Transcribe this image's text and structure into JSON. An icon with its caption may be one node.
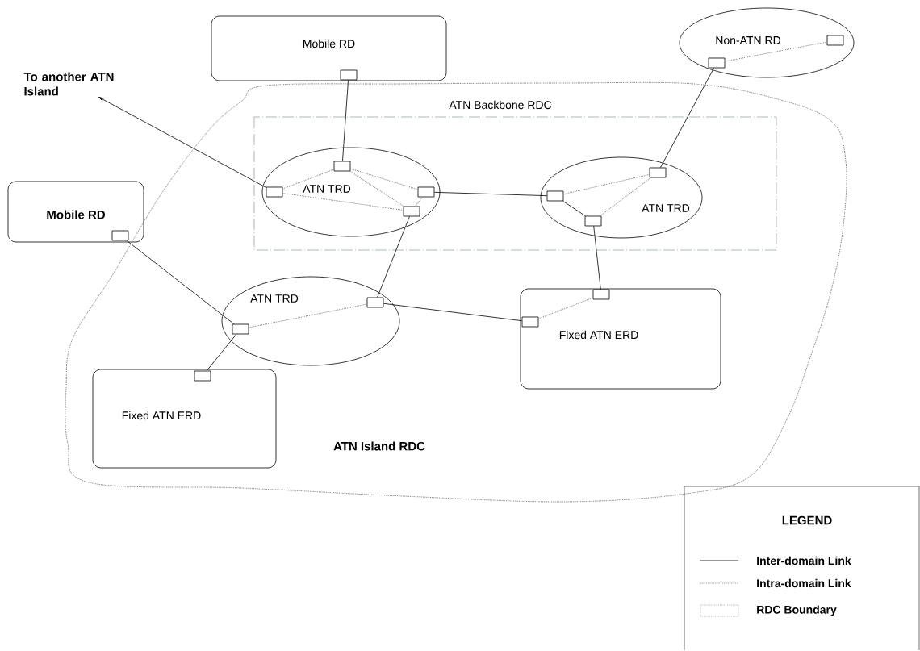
{
  "diagram": {
    "nodes": [
      {
        "text": [
          "ATN Island RDC"
        ]
      },
      {
        "text": [
          "ATN Backbone RDC"
        ],
        "in": 0
      },
      {
        "text": [
          "ATN TRD"
        ],
        "in": 1
      },
      {
        "text": [
          "ATN TRD"
        ],
        "in": 1
      },
      {
        "text": [
          "ATN TRD"
        ],
        "in": 0
      },
      {
        "text": [
          "Fixed ATN ERD"
        ],
        "in": 0
      },
      {
        "text": [
          "Fixed ATN ERD"
        ],
        "in": 0
      },
      {
        "text": [
          "Mobile RD"
        ]
      },
      {
        "text": [
          "Mobile RD"
        ]
      },
      {
        "text": [
          "Non-ATN RD"
        ]
      },
      {
        "text": [
          "To another ATN Island"
        ]
      },
      {
        "text": [],
        "shape": "box",
        "in": 8
      },
      {
        "text": [],
        "shape": "box",
        "in": 6
      },
      {
        "text": [],
        "shape": "box",
        "in": 4
      },
      {
        "text": [],
        "shape": "box",
        "in": 2
      },
      {
        "text": [],
        "shape": "box",
        "in": 2
      },
      {
        "text": [],
        "shape": "box",
        "in": 7
      },
      {
        "text": [],
        "shape": "box",
        "in": 4
      },
      {
        "text": [],
        "shape": "box",
        "in": 2
      },
      {
        "text": [],
        "shape": "box",
        "in": 2
      },
      {
        "text": [],
        "shape": "box",
        "in": 5
      },
      {
        "text": [],
        "shape": "box",
        "in": 3
      },
      {
        "text": [],
        "shape": "box",
        "in": 3
      },
      {
        "text": [],
        "shape": "box",
        "in": 5
      },
      {
        "text": [],
        "shape": "box",
        "in": 3
      },
      {
        "text": [],
        "shape": "box",
        "in": 9
      },
      {
        "text": [],
        "shape": "box",
        "in": 9
      }
    ],
    "edges": [
      {
        "from": 14,
        "to": 10,
        "arrow": "to"
      },
      {
        "from": 16,
        "to": 15,
        "arrow": "none"
      },
      {
        "from": 19,
        "to": 21,
        "arrow": "none"
      },
      {
        "from": 24,
        "to": 25,
        "arrow": "none"
      },
      {
        "from": 22,
        "to": 23,
        "arrow": "none"
      },
      {
        "from": 18,
        "to": 17,
        "arrow": "none"
      },
      {
        "from": 17,
        "to": 20,
        "arrow": "none"
      },
      {
        "from": 11,
        "to": 13,
        "arrow": "none"
      },
      {
        "from": 13,
        "to": 12,
        "arrow": "none"
      },
      {
        "from": 21,
        "to": 22,
        "arrow": "none"
      },
      {
        "from": 14,
        "to": 15,
        "arrow": "none",
        "style": "dashed",
        "color": "#808080"
      },
      {
        "from": 14,
        "to": 18,
        "arrow": "none",
        "style": "dashed",
        "color": "#808080"
      },
      {
        "from": 15,
        "to": 19,
        "arrow": "none",
        "style": "dashed",
        "color": "#808080"
      },
      {
        "from": 15,
        "to": 18,
        "arrow": "none",
        "style": "dashed",
        "color": "#808080"
      },
      {
        "from": 19,
        "to": 18,
        "arrow": "none",
        "style": "dashed",
        "color": "#808080"
      },
      {
        "from": 21,
        "to": 24,
        "arrow": "none",
        "style": "dashed",
        "color": "#808080"
      },
      {
        "from": 22,
        "to": 24,
        "arrow": "none",
        "style": "dashed",
        "color": "#808080"
      },
      {
        "from": 13,
        "to": 17,
        "arrow": "none",
        "style": "dashed",
        "color": "#808080"
      },
      {
        "from": 20,
        "to": 23,
        "arrow": "none",
        "style": "dashed",
        "color": "#808080"
      },
      {
        "from": 25,
        "to": 26,
        "arrow": "none",
        "style": "dashed",
        "color": "#808080"
      }
    ],
    "labels": [
      "LEGEND"
    ],
    "legend": [
      {
        "text": "Inter-domain Link"
      },
      {
        "text": "Intra-domain Link"
      },
      {
        "text": "RDC Boundary"
      }
    ]
  }
}
